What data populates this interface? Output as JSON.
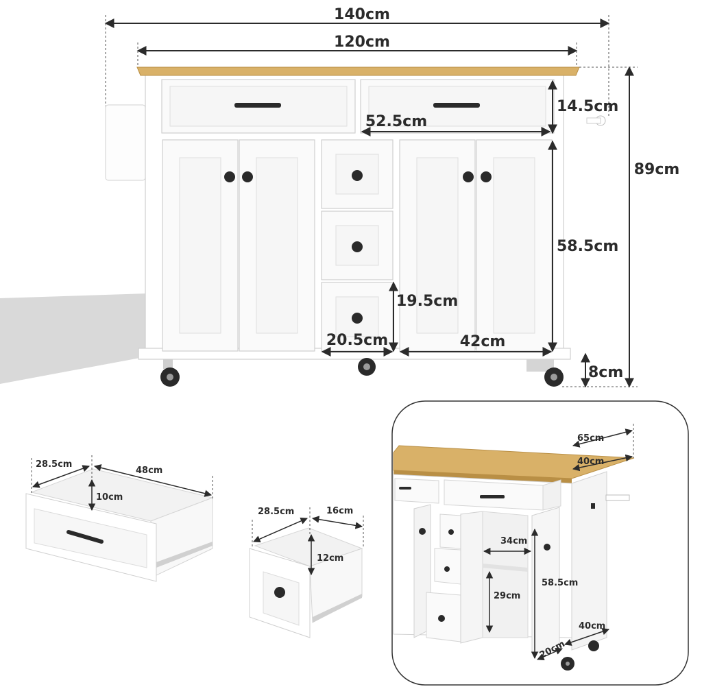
{
  "main_view": {
    "width_total": "140cm",
    "width_top": "120cm",
    "height_total": "89cm",
    "height_drawer": "14.5cm",
    "width_drawer": "52.5cm",
    "height_cabinet": "58.5cm",
    "height_small_drawer": "19.5cm",
    "width_small_drawer": "20.5cm",
    "width_cabinet": "42cm",
    "height_wheels": "8cm"
  },
  "large_drawer": {
    "depth": "28.5cm",
    "width": "48cm",
    "height": "10cm"
  },
  "small_drawer": {
    "depth": "28.5cm",
    "width": "16cm",
    "height": "12cm"
  },
  "inset": {
    "depth_with_leaf": "65cm",
    "depth": "40cm",
    "shelf_depth": "34cm",
    "shelf_height": "29cm",
    "cabinet_height": "58.5cm",
    "side_depth": "40cm",
    "side_width": "20cm"
  },
  "colors": {
    "wood": "#d9b168",
    "body": "#ffffff",
    "knob": "#2a2a2a",
    "text": "#2b2b2b"
  }
}
